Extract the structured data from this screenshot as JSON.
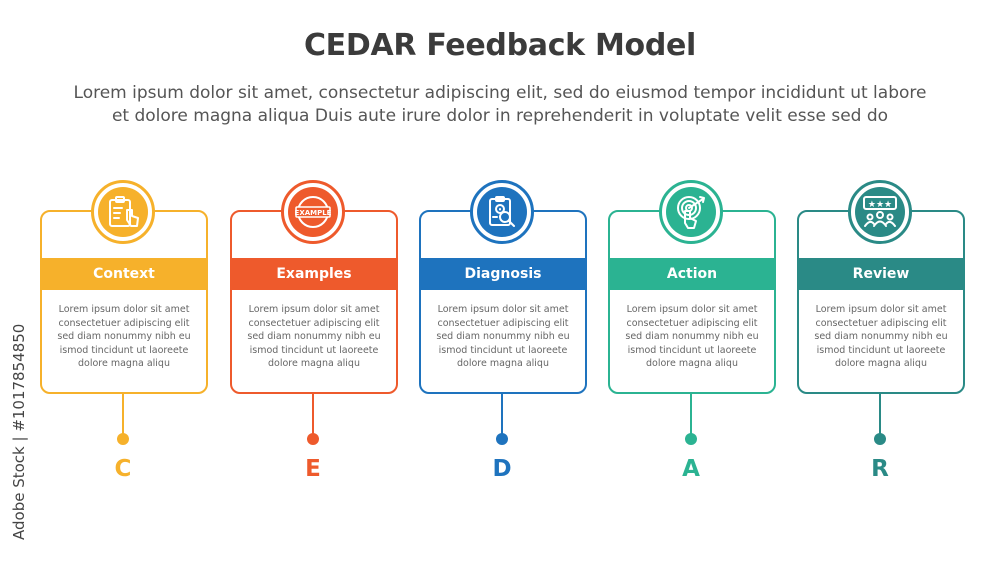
{
  "header": {
    "title": "CEDAR Feedback Model",
    "subtitle_line1": "Lorem ipsum dolor sit amet, consectetur adipiscing elit, sed do eiusmod tempor incididunt ut labore",
    "subtitle_line2": "et dolore magna aliqua Duis aute irure dolor in reprehenderit in voluptate velit esse sed do"
  },
  "watermark": "Adobe Stock | #1017854850",
  "steps": [
    {
      "label": "Context",
      "letter": "C",
      "color": "#f6b12b",
      "icon": "clipboard-hand-icon",
      "text": [
        "Lorem ipsum dolor sit amet",
        "consectetuer adipiscing elit",
        "sed diam nonummy nibh eu",
        "ismod tincidunt ut laoreete",
        "dolore magna aliqu"
      ]
    },
    {
      "label": "Examples",
      "letter": "E",
      "color": "#ee5a2c",
      "icon": "example-stamp-icon",
      "icon_text": "EXAMPLE",
      "text": [
        "Lorem ipsum dolor sit amet",
        "consectetuer adipiscing elit",
        "sed diam nonummy nibh eu",
        "ismod tincidunt ut laoreete",
        "dolore magna aliqu"
      ]
    },
    {
      "label": "Diagnosis",
      "letter": "D",
      "color": "#1e73be",
      "icon": "document-magnifier-icon",
      "text": [
        "Lorem ipsum dolor sit amet",
        "consectetuer adipiscing elit",
        "sed diam nonummy nibh eu",
        "ismod tincidunt ut laoreete",
        "dolore magna aliqu"
      ]
    },
    {
      "label": "Action",
      "letter": "A",
      "color": "#2bb392",
      "icon": "target-hand-icon",
      "text": [
        "Lorem ipsum dolor sit amet",
        "consectetuer adipiscing elit",
        "sed diam nonummy nibh eu",
        "ismod tincidunt ut laoreete",
        "dolore magna aliqu"
      ]
    },
    {
      "label": "Review",
      "letter": "R",
      "color": "#2a8a86",
      "icon": "rating-people-icon",
      "text": [
        "Lorem ipsum dolor sit amet",
        "consectetuer adipiscing elit",
        "sed diam nonummy nibh eu",
        "ismod tincidunt ut laoreete",
        "dolore magna aliqu"
      ]
    }
  ]
}
